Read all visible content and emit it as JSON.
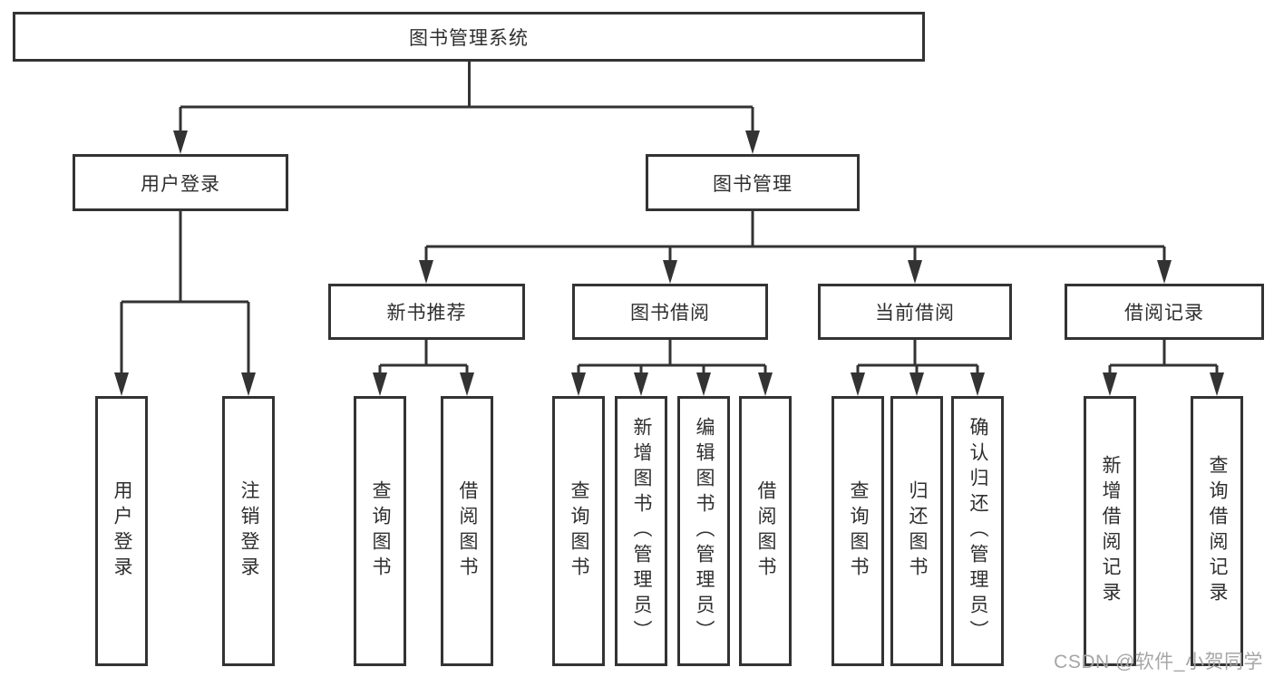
{
  "colors": {
    "line": "#333333",
    "box_border": "#333333",
    "text": "#2f2f2f",
    "watermark": "#a6a6a6",
    "background": "#ffffff"
  },
  "tree": {
    "root": {
      "label": "图书管理系统"
    },
    "level2": [
      {
        "label": "用户登录",
        "leaves": [
          "用户登录",
          "注销登录"
        ]
      },
      {
        "label": "图书管理",
        "children": [
          {
            "label": "新书推荐",
            "leaves": [
              "查询图书",
              "借阅图书"
            ]
          },
          {
            "label": "图书借阅",
            "leaves": [
              "查询图书",
              "新增图书（管理员）",
              "编辑图书（管理员）",
              "借阅图书"
            ]
          },
          {
            "label": "当前借阅",
            "leaves": [
              "查询图书",
              "归还图书",
              "确认归还（管理员）"
            ]
          },
          {
            "label": "借阅记录",
            "leaves": [
              "新增借阅记录",
              "查询借阅记录"
            ]
          }
        ]
      }
    ]
  },
  "watermark": {
    "text": "CSDN @软件_小贺同学"
  }
}
